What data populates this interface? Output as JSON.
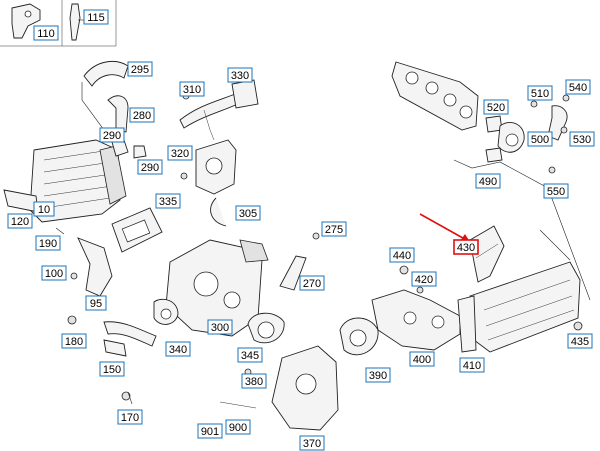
{
  "labels": {
    "l110": "110",
    "l115": "115",
    "l295": "295",
    "l330": "330",
    "l310": "310",
    "l280": "280",
    "l290a": "290",
    "l290b": "290",
    "l320": "320",
    "l120": "120",
    "l10": "10",
    "l190": "190",
    "l335": "335",
    "l305": "305",
    "l275": "275",
    "l100": "100",
    "l95": "95",
    "l270": "270",
    "l180": "180",
    "l340": "340",
    "l300": "300",
    "l150": "150",
    "l345": "345",
    "l380": "380",
    "l170": "170",
    "l901": "901",
    "l900": "900",
    "l370": "370",
    "l510": "510",
    "l540": "540",
    "l520": "520",
    "l500": "500",
    "l530": "530",
    "l490": "490",
    "l550": "550",
    "l430": "430",
    "l440": "440",
    "l420": "420",
    "l390": "390",
    "l400": "400",
    "l410": "410",
    "l435": "435"
  },
  "colors": {
    "label_border": "#1a73b8",
    "highlight": "#e01010"
  },
  "highlighted_part": "430"
}
